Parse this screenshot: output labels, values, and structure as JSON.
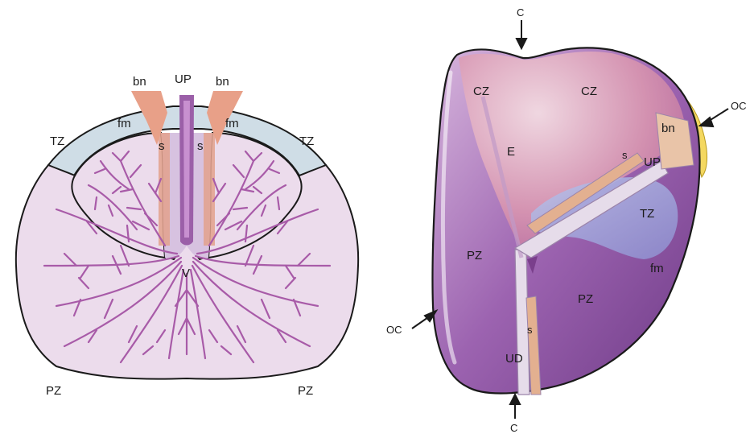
{
  "colors": {
    "gland_fill": "#ecdcec",
    "outline": "#1a1a1a",
    "fm_fill": "#cfdde6",
    "duct": "#a85ba8",
    "urethra": "#9b5fa8",
    "s_fill": "#e3a18c",
    "bn_fill": "#e8a088",
    "lateral_light": "#c9a0d0",
    "lateral_dark": "#7a3f8c",
    "cz_pink": "#e9b8c8",
    "tz_blue": "#a8b8e0",
    "bn_yellow": "#f4d860"
  },
  "left": {
    "labels": {
      "bn_left": "bn",
      "up": "UP",
      "bn_right": "bn",
      "fm_left": "fm",
      "fm_right": "fm",
      "s_left": "s",
      "s_right": "s",
      "tz_left": "TZ",
      "tz_right": "TZ",
      "v": "V",
      "pz_left": "PZ",
      "pz_right": "PZ"
    }
  },
  "right": {
    "labels": {
      "c_top": "C",
      "c_bottom": "C",
      "oc_right": "OC",
      "oc_left": "OC",
      "cz_left": "CZ",
      "cz_right": "CZ",
      "e": "E",
      "bn": "bn",
      "s_upper": "s",
      "up": "UP",
      "tz": "TZ",
      "fm": "fm",
      "pz_left": "PZ",
      "pz_right": "PZ",
      "s_lower": "s",
      "ud": "UD"
    }
  }
}
